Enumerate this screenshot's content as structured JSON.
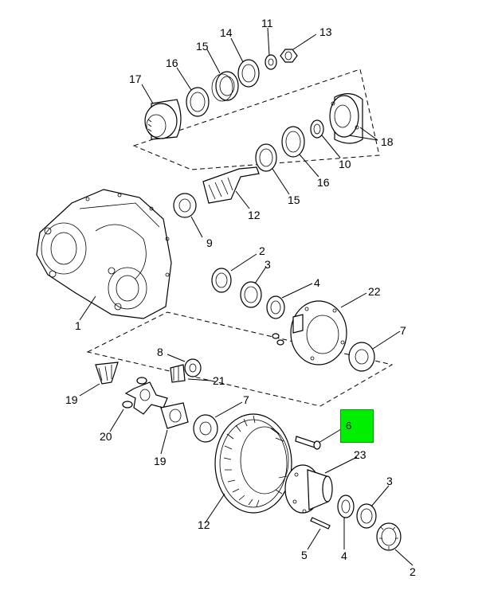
{
  "diagram": {
    "callouts": [
      {
        "id": "c13",
        "text": "13"
      },
      {
        "id": "c11",
        "text": "11"
      },
      {
        "id": "c14",
        "text": "14"
      },
      {
        "id": "c15a",
        "text": "15"
      },
      {
        "id": "c16a",
        "text": "16"
      },
      {
        "id": "c17",
        "text": "17"
      },
      {
        "id": "c18",
        "text": "18"
      },
      {
        "id": "c10",
        "text": "10"
      },
      {
        "id": "c16b",
        "text": "16"
      },
      {
        "id": "c15b",
        "text": "15"
      },
      {
        "id": "c12a",
        "text": "12"
      },
      {
        "id": "c9",
        "text": "9"
      },
      {
        "id": "c1",
        "text": "1"
      },
      {
        "id": "c2a",
        "text": "2"
      },
      {
        "id": "c3a",
        "text": "3"
      },
      {
        "id": "c4a",
        "text": "4"
      },
      {
        "id": "c22",
        "text": "22"
      },
      {
        "id": "c7a",
        "text": "7"
      },
      {
        "id": "c8",
        "text": "8"
      },
      {
        "id": "c21",
        "text": "21"
      },
      {
        "id": "c19a",
        "text": "19"
      },
      {
        "id": "c7b",
        "text": "7"
      },
      {
        "id": "c20",
        "text": "20"
      },
      {
        "id": "c19b",
        "text": "19"
      },
      {
        "id": "c23",
        "text": "23"
      },
      {
        "id": "c3b",
        "text": "3"
      },
      {
        "id": "c12b",
        "text": "12"
      },
      {
        "id": "c5",
        "text": "5"
      },
      {
        "id": "c4b",
        "text": "4"
      },
      {
        "id": "c2b",
        "text": "2"
      }
    ],
    "highlight": {
      "text": "6",
      "color": "#00ee00"
    }
  }
}
